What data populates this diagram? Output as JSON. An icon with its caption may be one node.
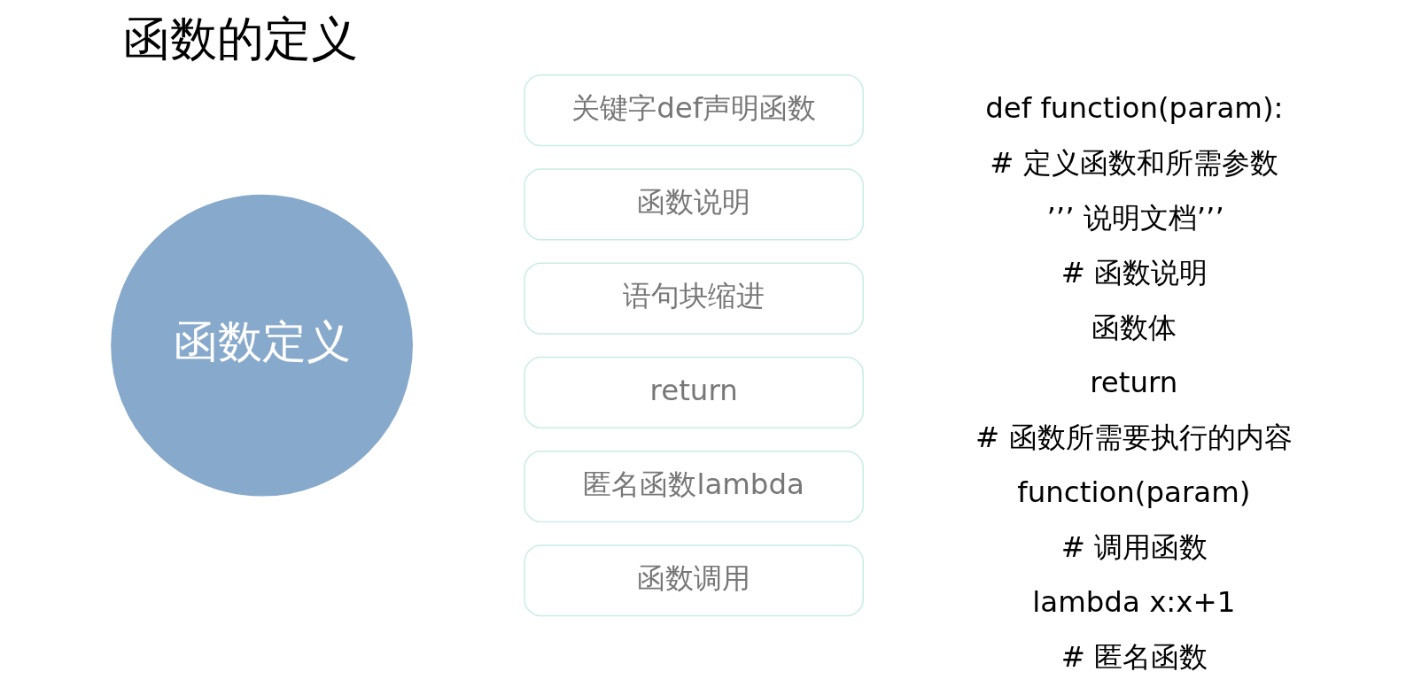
{
  "diagram": {
    "title": "函数的定义",
    "nodes": [
      {
        "text": [
          "函数定义"
        ]
      },
      {
        "text": [
          "关键字def声明函数"
        ]
      },
      {
        "text": [
          "函数说明"
        ]
      },
      {
        "text": [
          "语句块缩进"
        ]
      },
      {
        "text": [
          "return"
        ]
      },
      {
        "text": [
          "匿名函数lambda"
        ]
      },
      {
        "text": [
          "函数调用"
        ]
      }
    ],
    "edges": [],
    "labels": [
      "def function(param):",
      "# 定义函数和所需参数",
      "’’’ 说明文档’’’",
      "# 函数说明",
      "函数体",
      "return",
      "# 函数所需要执行的内容",
      "function(param)",
      "# 调用函数",
      "lambda x:x+1",
      "# 匿名函数"
    ]
  }
}
